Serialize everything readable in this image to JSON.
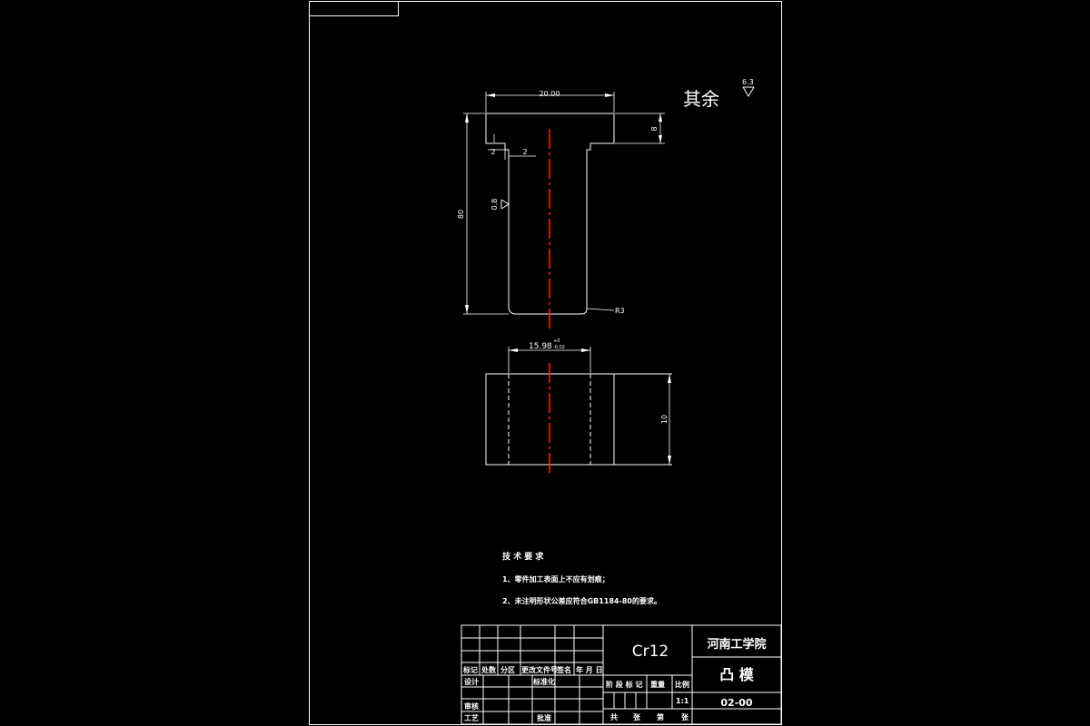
{
  "colors": {
    "background": "#000000",
    "line": "#ffffff",
    "centerline": "#ff1a1a"
  },
  "dimensions": {
    "top_width": "20.00",
    "flange_height": "8",
    "shoulder_left": "2",
    "shoulder_right": "2",
    "total_height": "80",
    "fillet": "R3",
    "body_width": "15.98",
    "body_tol_upper": "+0",
    "body_tol_lower": "-0.02",
    "thickness": "10"
  },
  "roughness": {
    "other_label": "其余",
    "other_value": "6.3",
    "side_value": "0.8"
  },
  "tech_requirements": {
    "title": "技 术 要 求",
    "items": [
      "1、零件加工表面上不应有划痕；",
      "2、未注明形状公差应符合GB1184-80的要求。"
    ]
  },
  "title_block": {
    "material": "Cr12",
    "school": "河南工学院",
    "part_name": "凸 模",
    "drawing_number": "02-00",
    "scale": "1:1",
    "rev_labels": [
      "标记",
      "处数",
      "分区",
      "更改文件号",
      "签名",
      "年 月 日"
    ],
    "design": "设计",
    "standardize": "标准化",
    "review": "审核",
    "process": "工艺",
    "approve": "批准",
    "stage_mark": "阶 段 标 记",
    "weight": "重量",
    "ratio": "比例",
    "sheet_total": "共",
    "sheet_count": "张",
    "sheet_no": "第",
    "sheet_unit": "张"
  }
}
